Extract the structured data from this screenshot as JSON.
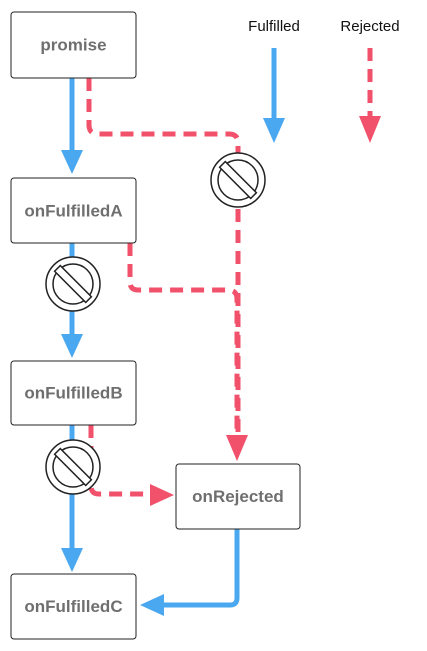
{
  "nodes": {
    "promise": "promise",
    "onFulfilledA": "onFulfilledA",
    "onFulfilledB": "onFulfilledB",
    "onRejected": "onRejected",
    "onFulfilledC": "onFulfilledC"
  },
  "legend": {
    "fulfilled": "Fulfilled",
    "rejected": "Rejected"
  },
  "colors": {
    "fulfilled": "#4aa8f0",
    "rejected": "#f2516b"
  },
  "edges": [
    {
      "from": "promise",
      "to": "onFulfilledA",
      "kind": "fulfilled"
    },
    {
      "from": "promise",
      "to": "onRejected",
      "kind": "rejected",
      "blocked": true
    },
    {
      "from": "onFulfilledA",
      "to": "onFulfilledB",
      "kind": "fulfilled",
      "blocked": true
    },
    {
      "from": "onFulfilledA",
      "to": "onRejected",
      "kind": "rejected"
    },
    {
      "from": "onFulfilledB",
      "to": "onFulfilledC",
      "kind": "fulfilled",
      "blocked": true
    },
    {
      "from": "onFulfilledB",
      "to": "onRejected",
      "kind": "rejected",
      "blocked": true
    },
    {
      "from": "onRejected",
      "to": "onFulfilledC",
      "kind": "fulfilled"
    }
  ]
}
